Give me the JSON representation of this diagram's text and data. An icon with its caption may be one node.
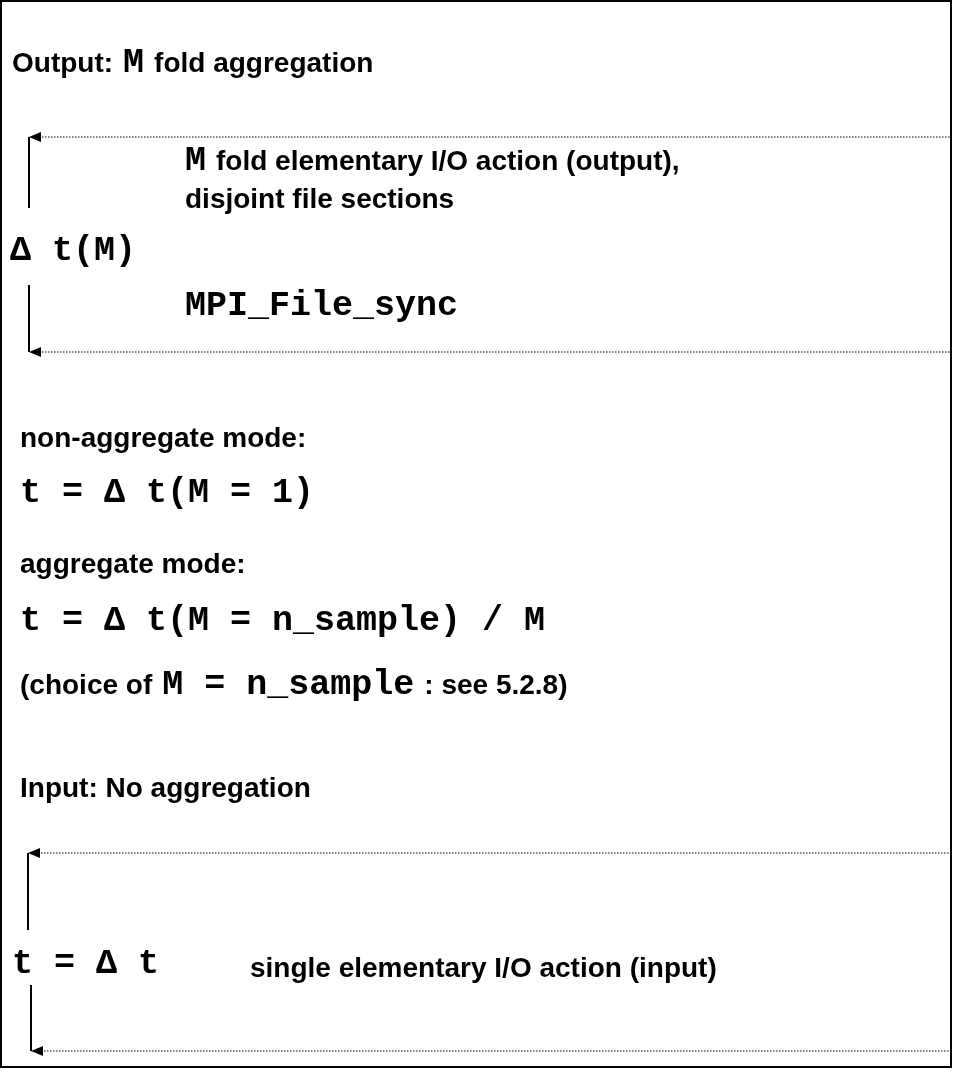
{
  "diagram": {
    "labels": [
      "Output:",
      "M",
      "fold aggregation",
      "M",
      "fold elementary I/O action (output), disjoint file sections",
      "Δ t(M)",
      "MPI_File_sync",
      "non-aggregate mode:",
      "t = Δ t(M = 1)",
      "aggregate mode:",
      "t = Δ t(M = n_sample) / M",
      "(choice of",
      "M = n_sample",
      ": see 5.2.8)",
      "Input: No aggregation",
      "t = Δ t",
      "single elementary I/O action (input)"
    ]
  }
}
